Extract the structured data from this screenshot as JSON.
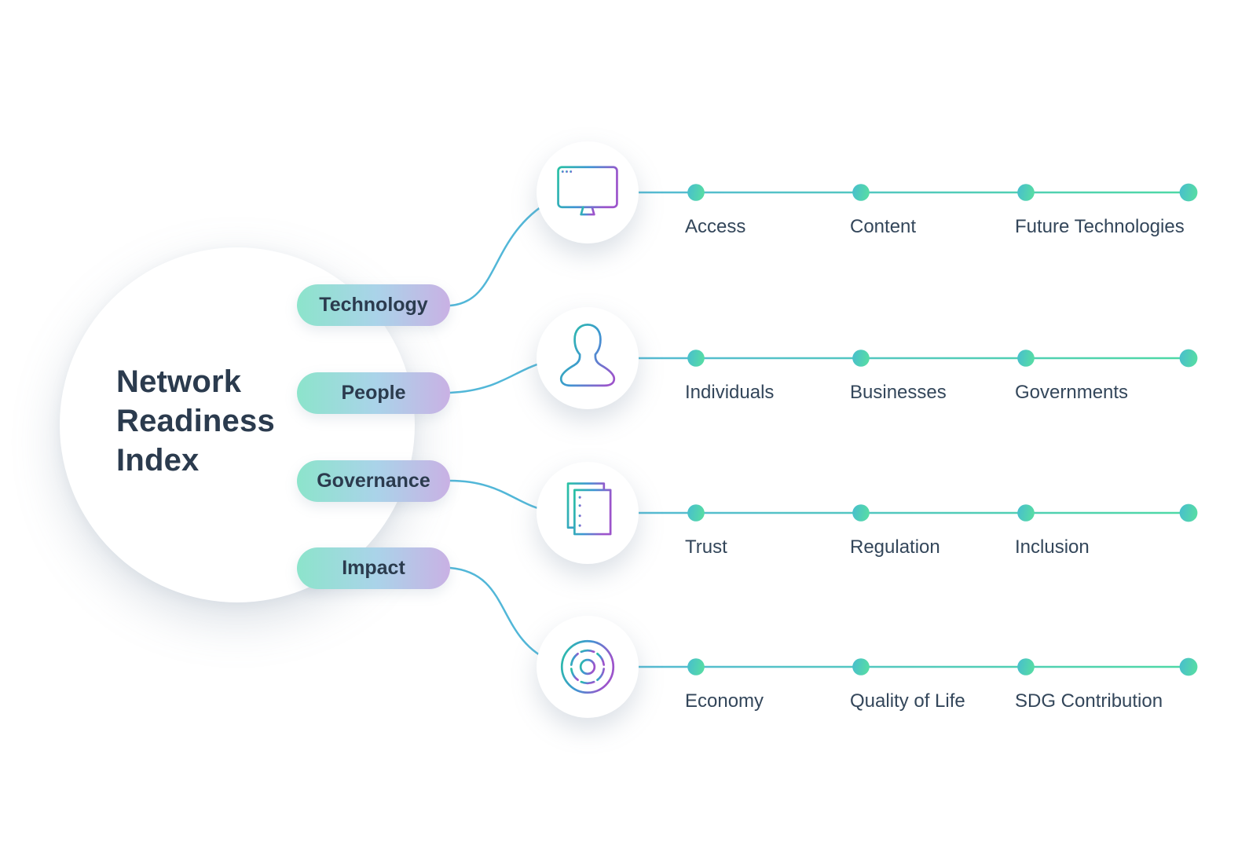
{
  "title": "Network Readiness Index",
  "pillars": [
    {
      "label": "Technology",
      "icon": "monitor-icon",
      "sub_pillars": [
        "Access",
        "Content",
        "Future Technologies"
      ]
    },
    {
      "label": "People",
      "icon": "person-icon",
      "sub_pillars": [
        "Individuals",
        "Businesses",
        "Governments"
      ]
    },
    {
      "label": "Governance",
      "icon": "documents-icon",
      "sub_pillars": [
        "Trust",
        "Regulation",
        "Inclusion"
      ]
    },
    {
      "label": "Impact",
      "icon": "impact-circle-icon",
      "sub_pillars": [
        "Economy",
        "Quality of Life",
        "SDG Contribution"
      ]
    }
  ],
  "colors": {
    "pill_gradient_start": "#8ce4cb",
    "pill_gradient_mid": "#aad3e9",
    "pill_gradient_end": "#c9b1e4",
    "icon_gradient_start": "#29c1a4",
    "icon_gradient_mid": "#3f96d2",
    "icon_gradient_end": "#9c54cb",
    "line_gradient_start": "#56b7d7",
    "line_gradient_end": "#4ed9a5",
    "connector_line": "#52b7d8",
    "text_dark": "#2b3b4e",
    "background": "#ffffff"
  }
}
